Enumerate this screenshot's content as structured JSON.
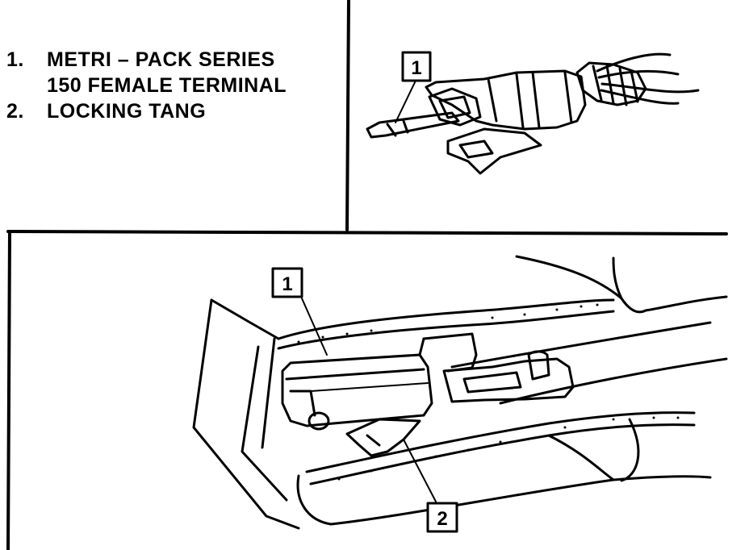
{
  "legend": {
    "items": [
      {
        "number": "1.",
        "lines": [
          "METRI – PACK SERIES",
          "150 FEMALE TERMINAL"
        ]
      },
      {
        "number": "2.",
        "lines": [
          "LOCKING TANG"
        ]
      }
    ]
  },
  "callouts": {
    "top_1": "1",
    "bottom_1": "1",
    "bottom_2": "2"
  },
  "colors": {
    "ink": "#000000",
    "paper": "#ffffff"
  }
}
